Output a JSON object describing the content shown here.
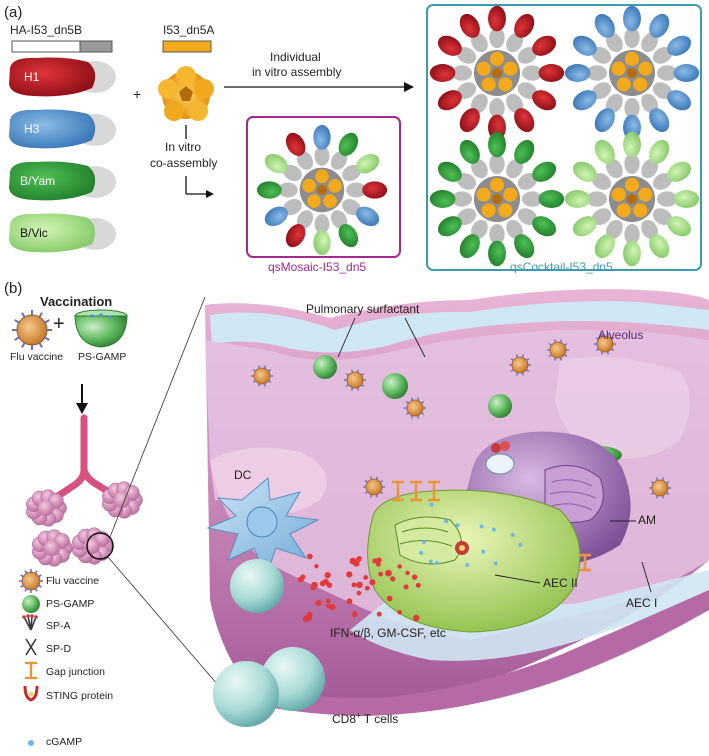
{
  "panel_a": {
    "label": "(a)",
    "construct_b": "HA-I53_dn5B",
    "construct_a": "I53_dn5A",
    "plus": "+",
    "ha_labels": [
      "H1",
      "H3",
      "B/Yam",
      "B/Vic"
    ],
    "individual_line1": "Individual",
    "individual_line2": "in vitro assembly",
    "coassembly_line1": "In vitro",
    "coassembly_line2": "co-assembly",
    "mosaic_caption": "qsMosaic-I53_dn5",
    "cocktail_caption": "qsCocktail-I53_dn5"
  },
  "panel_b": {
    "label": "(b)",
    "vaccination_title": "Vaccination",
    "plus": "+",
    "flu_vaccine": "Flu vaccine",
    "ps_gamp": "PS-GAMP",
    "pulmonary_surfactant": "Pulmonary surfactant",
    "alveolus": "Alveolus",
    "dc": "DC",
    "am": "AM",
    "aec2": "AEC II",
    "aec1": "AEC I",
    "cytokines": "IFN-α/β, GM-CSF, etc",
    "cd8_base": "CD8",
    "cd8_sup": "+",
    "cd8_rest": " T cells",
    "legend": [
      "Flu vaccine",
      "PS-GAMP",
      "SP-A",
      "SP-D",
      "Gap junction",
      "STING protein",
      "cGAMP"
    ]
  },
  "colors": {
    "h1": "#b3171f",
    "h3": "#4f8fd0",
    "byam": "#2f9a3a",
    "bvic": "#a6e08a",
    "core_orange": "#f0a81e",
    "core_gray": "#8d8d8d",
    "mosaic_frame": "#a4288f",
    "cocktail_frame": "#3c9bb1",
    "tissue_pink": "#d98fc0",
    "tissue_purple": "#a45a9d",
    "lumen": "#cfe7f3",
    "aec2_green": "#b9d87a",
    "cell_teal": "#a8dad6"
  }
}
